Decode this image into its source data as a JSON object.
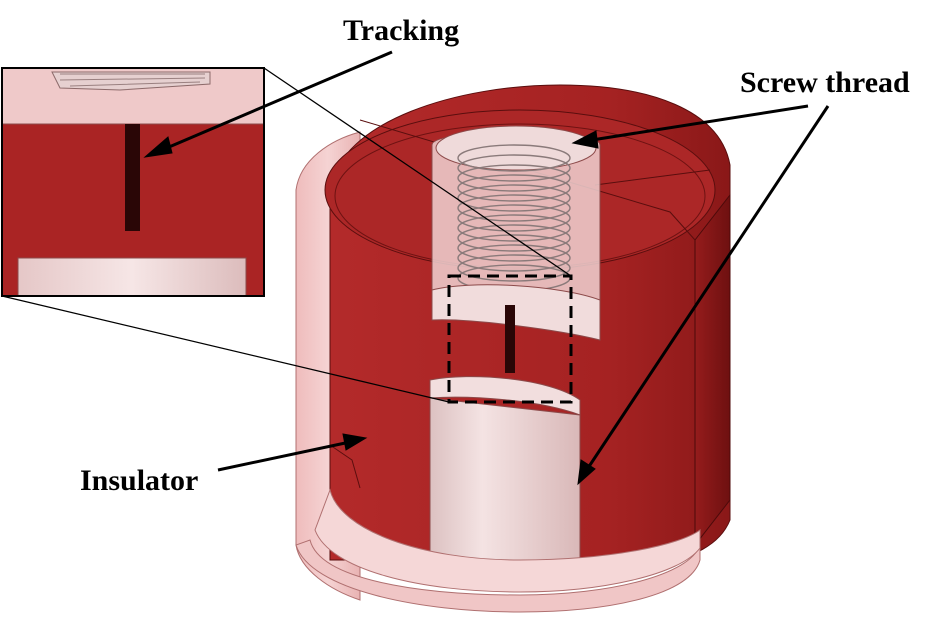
{
  "labels": {
    "tracking": "Tracking",
    "screw_thread": "Screw thread",
    "insulator": "Insulator"
  },
  "colors": {
    "insulator_red": "#aa2626",
    "insulator_dark": "#7d1414",
    "transparent_pink": "#efc3c3",
    "electrode_light": "#f3e4e4",
    "tracking_channel": "#2a0606",
    "annotation": "#000000"
  }
}
